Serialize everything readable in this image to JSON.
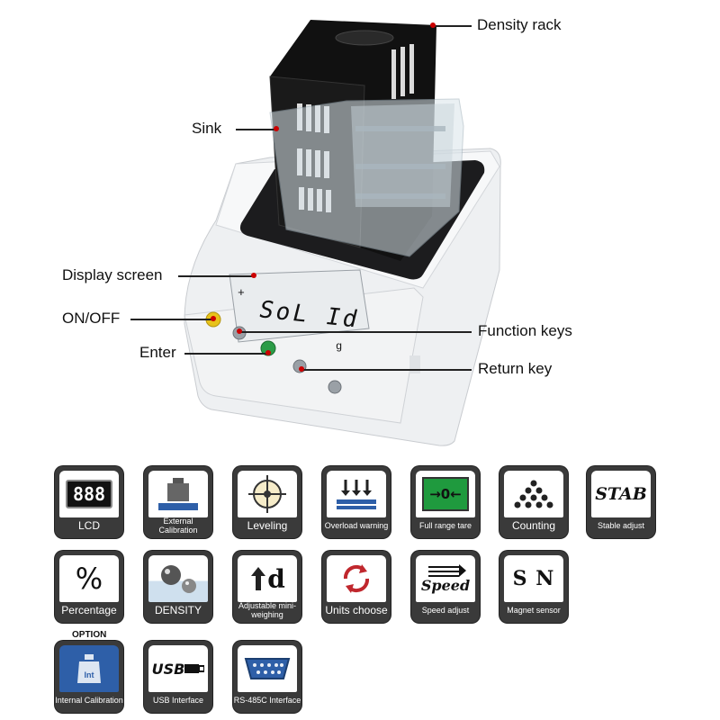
{
  "callouts": {
    "density_rack": "Density rack",
    "sink": "Sink",
    "display_screen": "Display screen",
    "on_off": "ON/OFF",
    "enter": "Enter",
    "function_keys": "Function keys",
    "return_key": "Return key"
  },
  "device": {
    "display_text": "SoL Id",
    "display_suffix": "g",
    "plus": "+"
  },
  "features": [
    {
      "name": "lcd",
      "label": "LCD",
      "icon_text": "888"
    },
    {
      "name": "external-calibration",
      "label": "External Calibration"
    },
    {
      "name": "leveling",
      "label": "Leveling"
    },
    {
      "name": "overload-warning",
      "label": "Overload warning"
    },
    {
      "name": "full-range-tare",
      "label": "Full range tare",
      "icon_text": "→0←"
    },
    {
      "name": "counting",
      "label": "Counting"
    },
    {
      "name": "stable-adjust",
      "label": "Stable adjust",
      "icon_text": "STAB"
    },
    {
      "name": "percentage",
      "label": "Percentage",
      "icon_text": "%"
    },
    {
      "name": "density",
      "label": "DENSITY"
    },
    {
      "name": "adjustable-mini-weighing",
      "label": "Adjustable mini-weighing",
      "icon_text": "d"
    },
    {
      "name": "units-choose",
      "label": "Units choose"
    },
    {
      "name": "speed-adjust",
      "label": "Speed adjust",
      "icon_text": "Speed"
    },
    {
      "name": "magnet-sensor",
      "label": "Magnet sensor",
      "icon_text": "S N"
    },
    {
      "name": "internal-calibration",
      "label": "Internal Calibration",
      "icon_text": "Int"
    },
    {
      "name": "usb-interface",
      "label": "USB Interface",
      "icon_text": "USB"
    },
    {
      "name": "rs485c-interface",
      "label": "RS-485C Interface"
    }
  ],
  "option_label": "OPTION",
  "colors": {
    "tile_bg": "#3a3a3a",
    "accent_green": "#1f9a3e",
    "accent_blue": "#2e5fa8",
    "accent_red": "#c0272d"
  }
}
